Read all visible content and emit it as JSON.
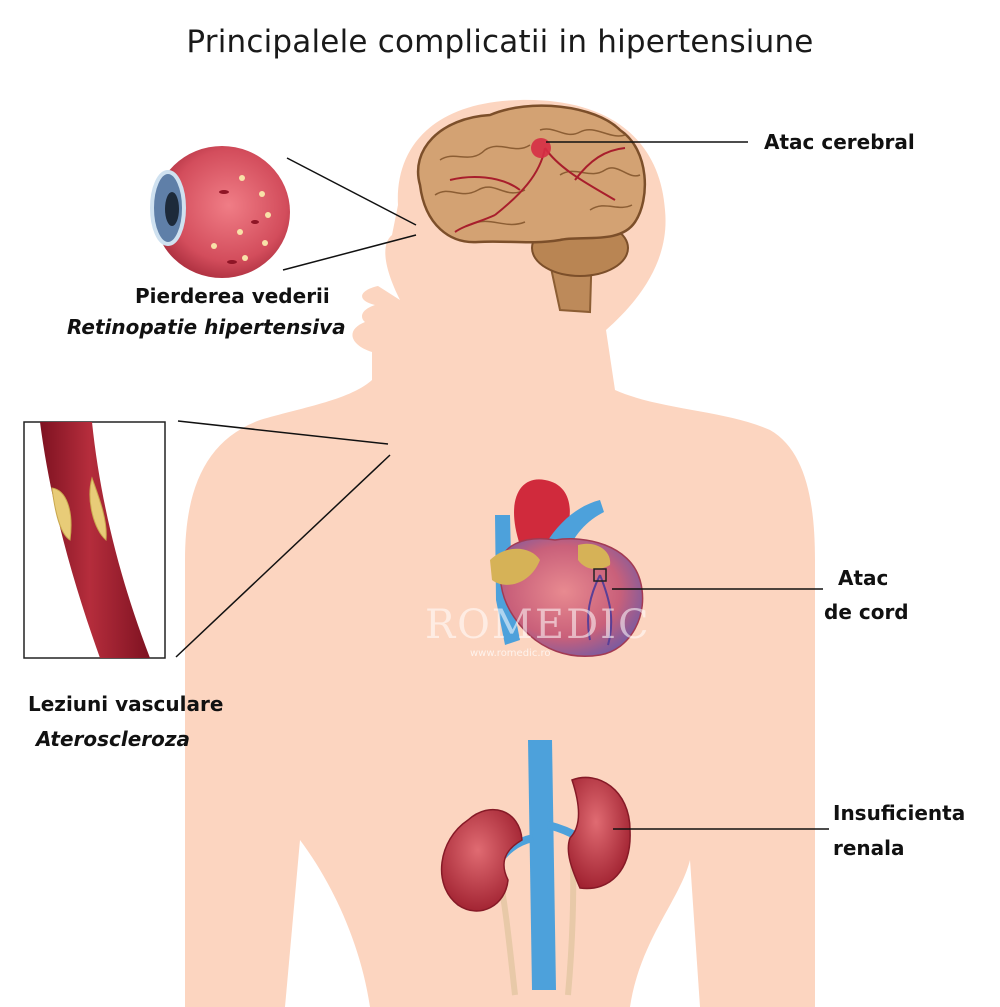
{
  "title": "Principalele complicatii in hipertensiune",
  "labels": {
    "stroke": "Atac cerebral",
    "vision_loss": "Pierderea vederii",
    "retinopathy": "Retinopatie hipertensiva",
    "vascular": "Leziuni vasculare",
    "atherosclerosis": "Ateroscleroza",
    "heart_attack_line1": "Atac",
    "heart_attack_line2": "de cord",
    "renal_line1": "Insuficienta",
    "renal_line2": "renala"
  },
  "watermark": {
    "brand": "ROMEDIC",
    "url": "www.romedic.ro"
  },
  "colors": {
    "skin": "#fcd5c0",
    "brain": "#d3a273",
    "artery": "#9b1b2a",
    "vein": "#57a8de",
    "plaque": "#e8cc78",
    "kidney": "#b9303c"
  }
}
